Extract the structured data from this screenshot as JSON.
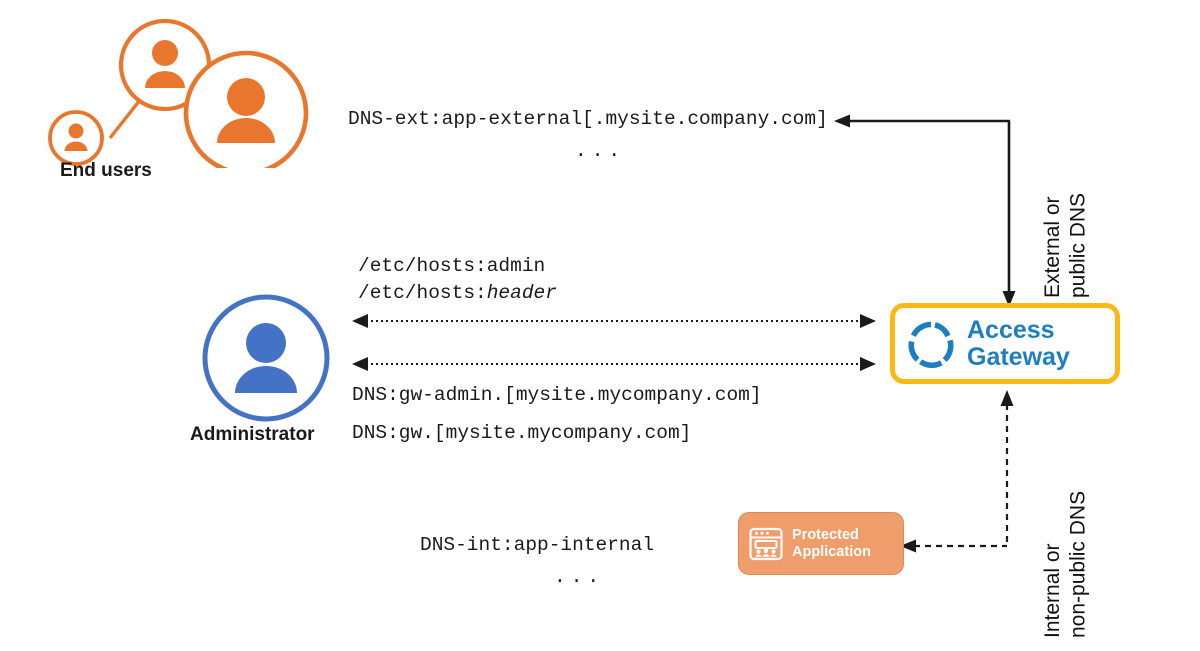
{
  "diagram": {
    "title": "Access Gateway DNS name resolution diagram",
    "colors": {
      "orange": "#E8762C",
      "blue": "#4472C4",
      "gateway_border": "#FDB813",
      "gateway_text": "#1E7FC0",
      "app_fill": "#EE9D6B",
      "line": "#1a1a1a"
    }
  },
  "end_users": {
    "label": "End users",
    "icon": "people-group-icon"
  },
  "administrator": {
    "label": "Administrator",
    "icon": "person-icon"
  },
  "gateway": {
    "name_line1": "Access",
    "name_line2": "Gateway",
    "icon": "segmented-ring-icon"
  },
  "protected_application": {
    "name_line1": "Protected",
    "name_line2": "Application",
    "icon": "app-window-users-icon"
  },
  "labels": {
    "dns_external": "DNS-ext:app-external[.mysite.company.com]",
    "dns_external_ellipsis": "...",
    "hosts_admin": "/etc/hosts:admin",
    "hosts_header_prefix": "/etc/hosts:",
    "hosts_header_italic": "header",
    "dns_gw_admin": "DNS:gw-admin.[mysite.mycompany.com]",
    "dns_gw": "DNS:gw.[mysite.mycompany.com]",
    "dns_internal": "DNS-int:app-internal",
    "dns_internal_ellipsis": "...",
    "external_dns_line1": "External or",
    "external_dns_line2": "public DNS",
    "internal_dns_line1": "Internal or",
    "internal_dns_line2": "non-public DNS"
  }
}
